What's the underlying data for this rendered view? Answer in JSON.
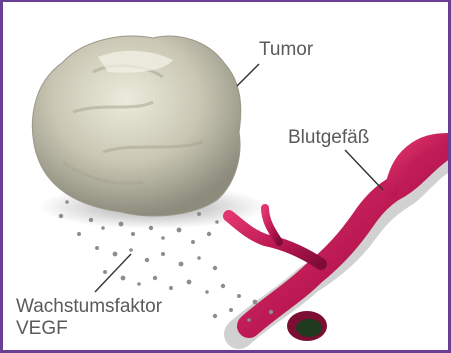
{
  "labels": {
    "tumor": "Tumor",
    "blood_vessel": "Blutgefäß",
    "growth_factor_line1": "Wachstumsfaktor",
    "growth_factor_line2": "VEGF"
  },
  "colors": {
    "frame": "#6a3f8f",
    "tumor": "#c8c6b2",
    "vessel": "#c21a55",
    "particles": "#8a8f8c",
    "label_text": "#5a5a5a"
  }
}
